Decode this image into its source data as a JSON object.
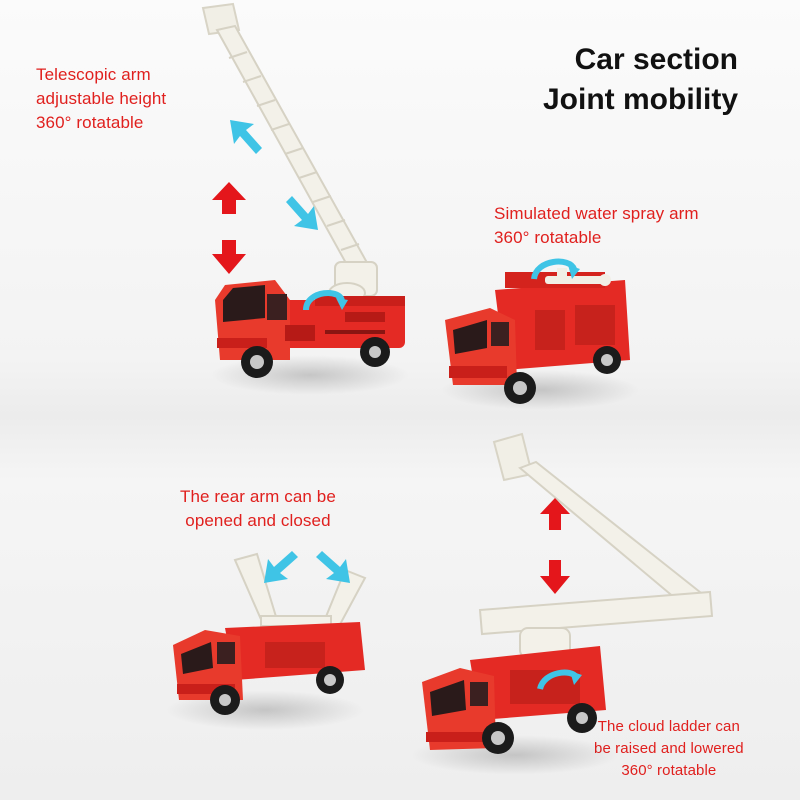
{
  "title": {
    "line1": "Car section",
    "line2": "Joint mobility"
  },
  "captions": {
    "telescopic_arm": [
      "Telescopic arm",
      "adjustable height",
      "360° rotatable"
    ],
    "water_spray_arm": [
      "Simulated water spray arm",
      "360° rotatable"
    ],
    "rear_arm": [
      "The rear arm can be",
      "opened and closed"
    ],
    "cloud_ladder": [
      "The cloud ladder can",
      "be raised and lowered",
      "360° rotatable"
    ]
  },
  "colors": {
    "caption_red": "#e0201e",
    "title_black": "#111111",
    "truck_red": "#e42a24",
    "arrow_cyan": "#3fc4e6",
    "arrow_red": "#e4161b",
    "ladder_white": "#f1efe6"
  },
  "icons": {
    "up_down_arrow": "red-up-down-arrow-icon",
    "direction_arrow": "cyan-arrow-icon",
    "rotate_arrow": "cyan-rotate-arrow-icon"
  }
}
